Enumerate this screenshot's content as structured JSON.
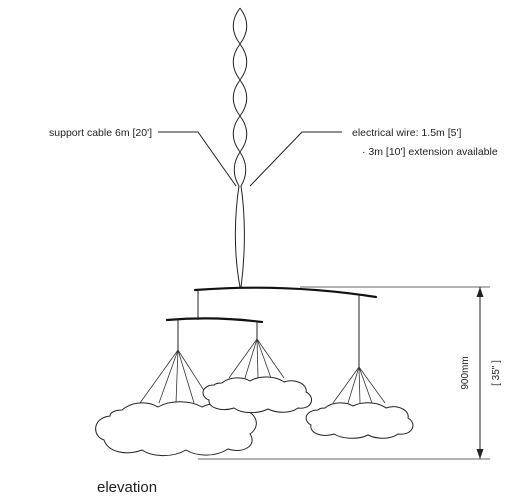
{
  "labels": {
    "support_cable": "support cable 6m [20']",
    "electrical_wire_line1": "electrical wire: 1.5m [5']",
    "electrical_wire_line2": "· 3m [10'] extension available",
    "caption": "elevation"
  },
  "dimension": {
    "metric": "900mm",
    "imperial": "[ 35\" ]"
  }
}
